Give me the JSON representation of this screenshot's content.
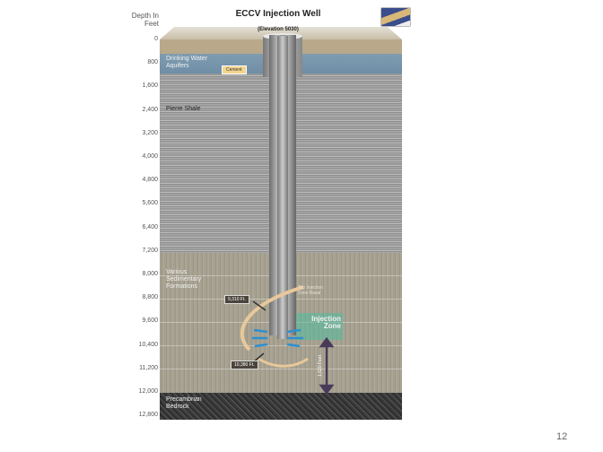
{
  "header": {
    "depth_label": "Depth In Feet",
    "title": "ECCV Injection Well",
    "elevation": "(Elevation 5030)"
  },
  "depths": [
    "0",
    "800",
    "1,600",
    "2,400",
    "3,200",
    "4,000",
    "4,800",
    "5,600",
    "6,400",
    "7,200",
    "8,000",
    "8,800",
    "9,600",
    "10,400",
    "11,200",
    "12,000",
    "12,800"
  ],
  "layers": {
    "aquifer": "Drinking Water Aquifers",
    "shale": "Pierre Shale",
    "sedimentary": "Various Sedimentary Formations",
    "bedrock": "Precambrian Bedrock"
  },
  "callouts": {
    "cement": "Cement",
    "top_depth": "9,310 Ft.",
    "bottom_depth": "10,380 Ft.",
    "zone_base": "Top Injection Zone Basal",
    "injection_zone": "Injection Zone",
    "separation": "1,620 Feet"
  },
  "page_number": "12"
}
